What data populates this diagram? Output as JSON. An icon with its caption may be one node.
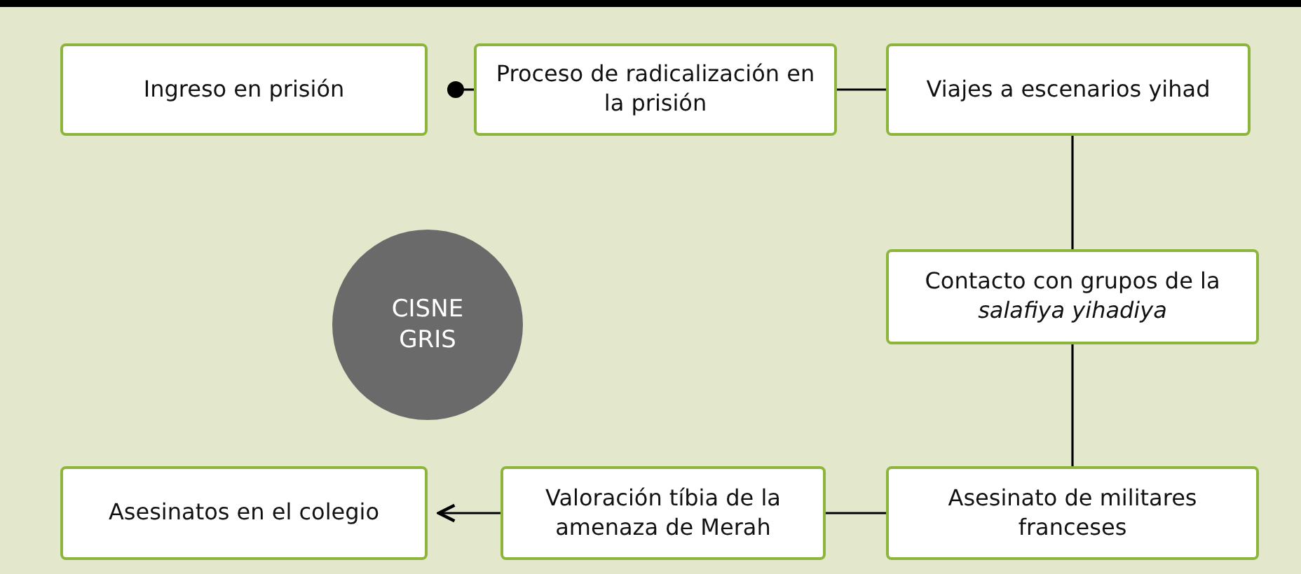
{
  "diagram": {
    "nodes": [
      {
        "text": [
          "Ingreso en  prisión"
        ]
      },
      {
        "text": [
          "Proceso de radicalización en la prisión"
        ]
      },
      {
        "text": [
          "Viajes a escenarios yihad"
        ]
      },
      {
        "text": [
          "CISNE GRIS"
        ]
      },
      {
        "text": [
          "Contacto con grupos de la *salafiya yihadiya*"
        ]
      },
      {
        "text": [
          "Asesinato de militares franceses"
        ]
      },
      {
        "text": [
          "Valoración tíbia de la amenaza de Merah"
        ]
      },
      {
        "text": [
          "Asesinatos en el colegio"
        ]
      }
    ],
    "edges": [
      {
        "from": 0,
        "to": 1,
        "arrow": "other"
      },
      {
        "from": 1,
        "to": 2,
        "arrow": "none"
      },
      {
        "from": 2,
        "to": 4,
        "arrow": "none"
      },
      {
        "from": 4,
        "to": 5,
        "arrow": "none"
      },
      {
        "from": 5,
        "to": 6,
        "arrow": "none"
      },
      {
        "from": 6,
        "to": 7,
        "arrow": "to"
      }
    ]
  }
}
